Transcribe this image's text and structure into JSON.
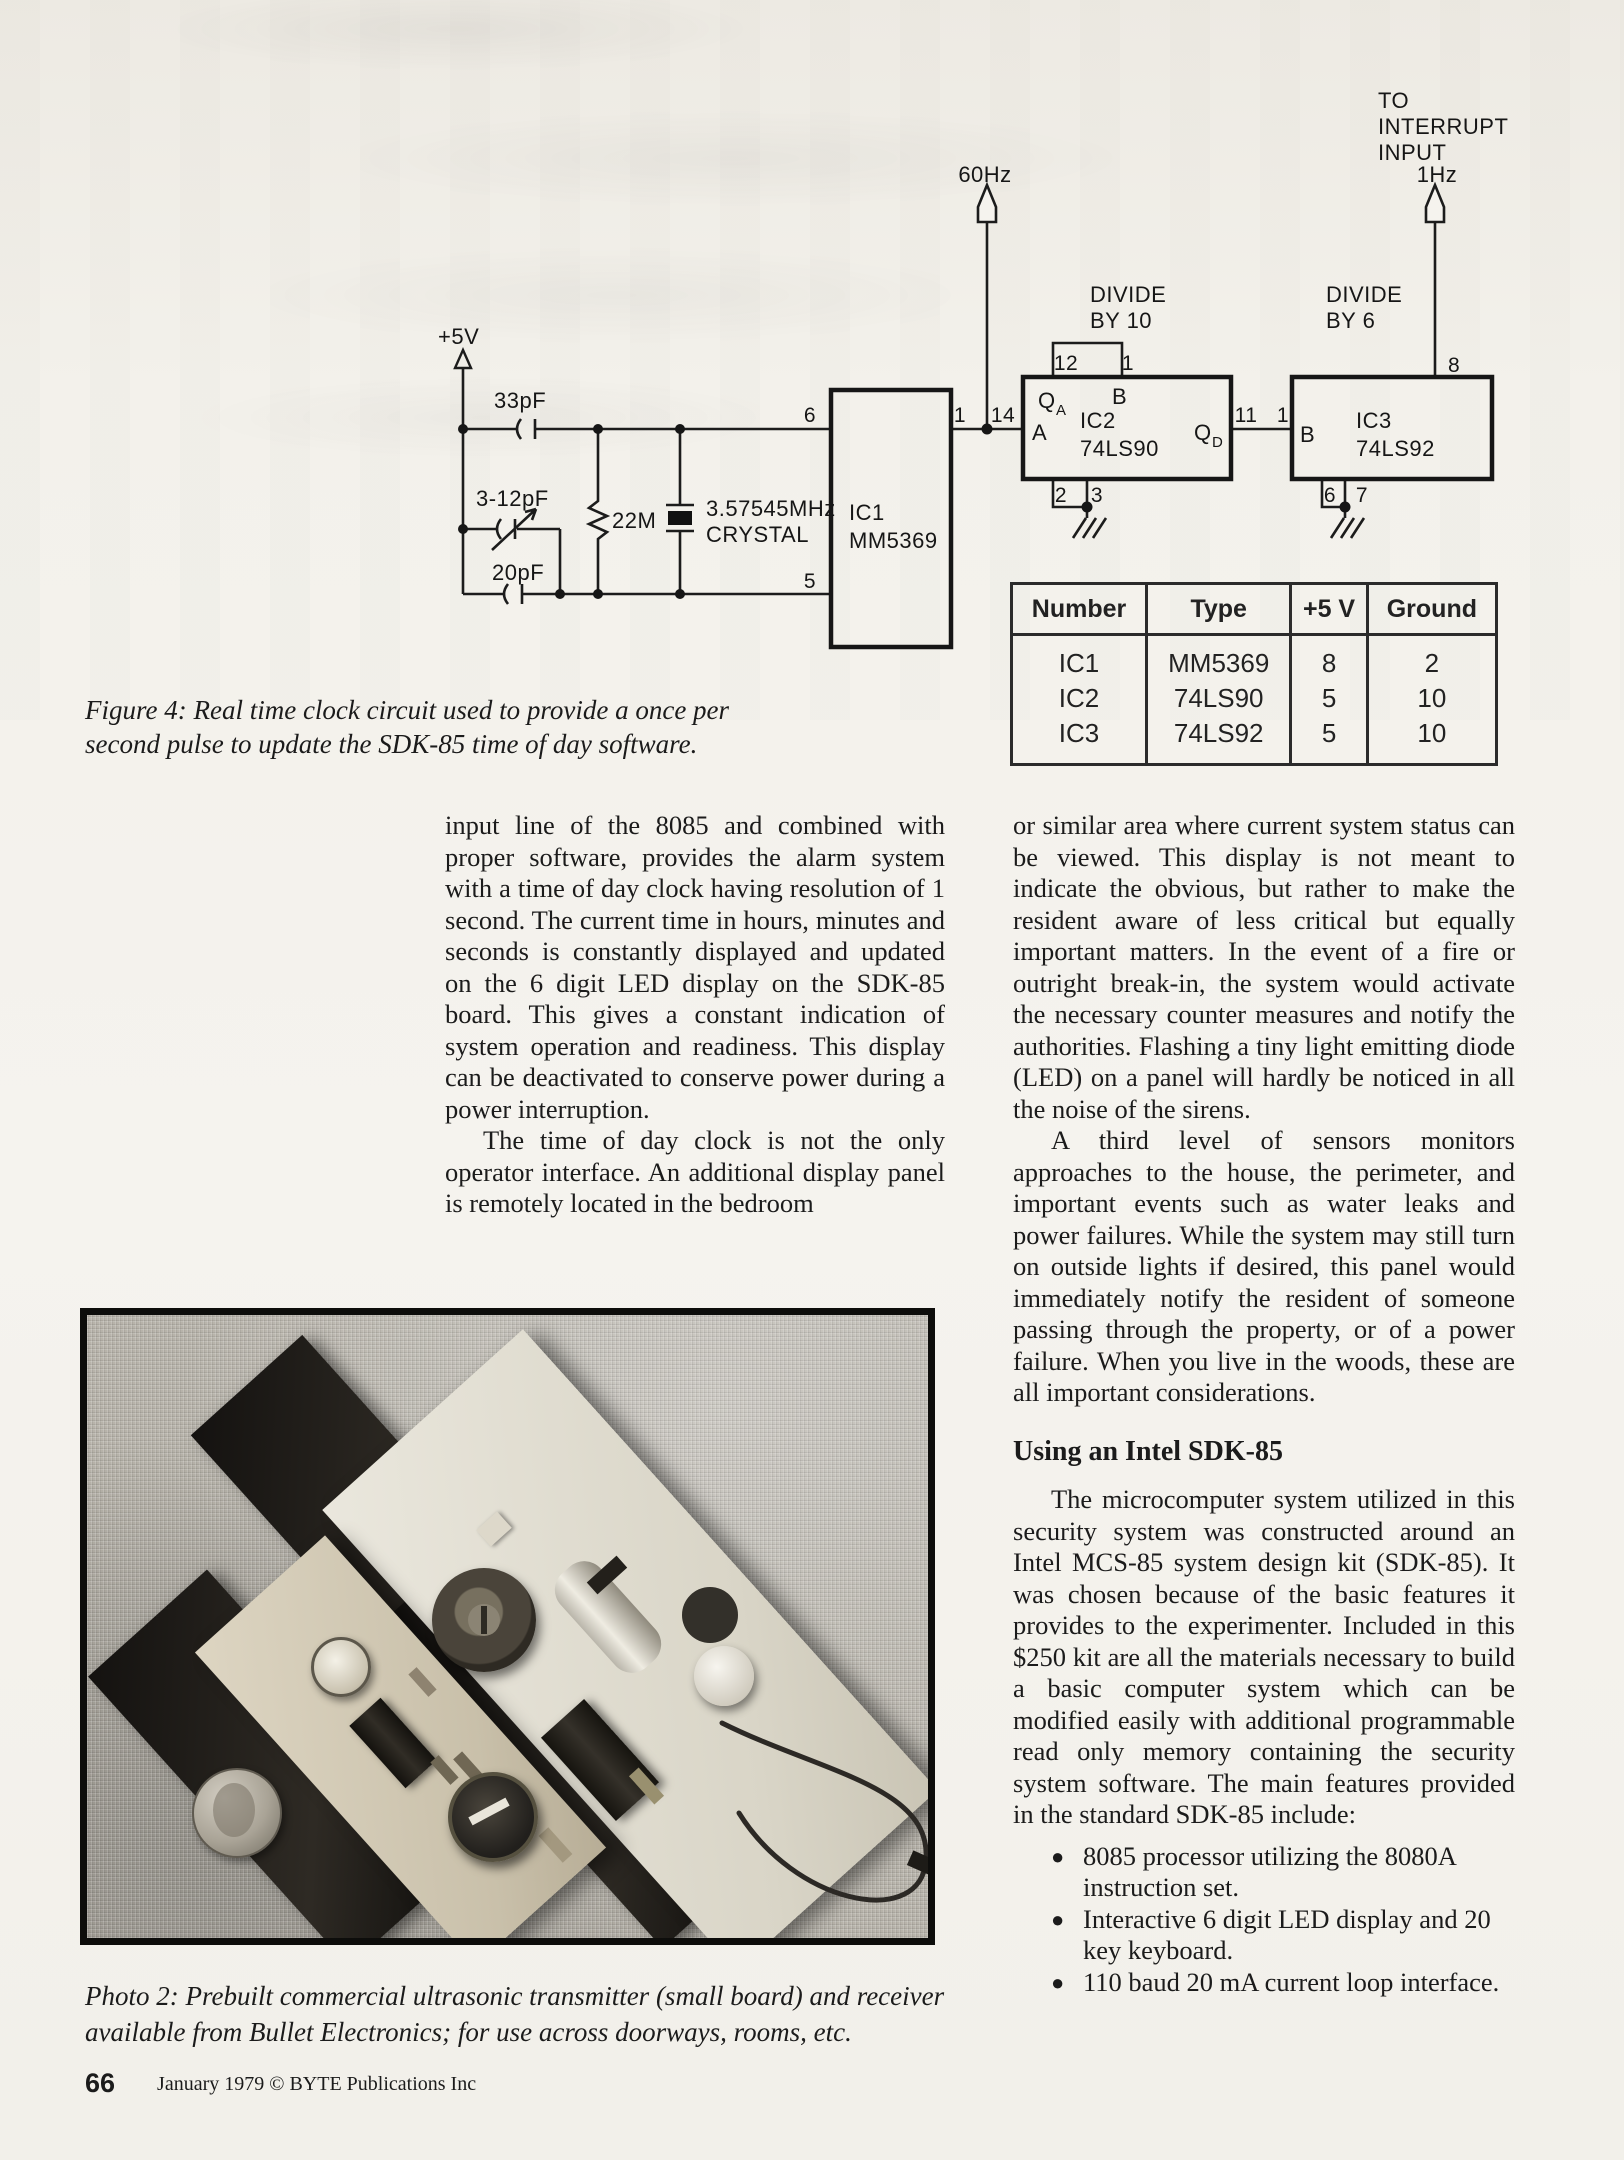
{
  "figure": {
    "caption": "Figure 4: Real time clock circuit used to provide a once per second pulse to update the SDK-85 time of day software."
  },
  "schematic": {
    "plus5v": "+5V",
    "c1": "33pF",
    "c2": "3-12pF",
    "c3": "20pF",
    "r1": "22M",
    "xtal1": "3.57545MHz",
    "xtal2": "CRYSTAL",
    "hz60": "60Hz",
    "hz1": "1Hz",
    "int1": "TO",
    "int2": "INTERRUPT",
    "int3": "INPUT",
    "div10a": "DIVIDE",
    "div10b": "BY 10",
    "div6a": "DIVIDE",
    "div6b": "BY 6",
    "ic1a": "IC1",
    "ic1b": "MM5369",
    "ic2a": "IC2",
    "ic2b": "74LS90",
    "ic3a": "IC3",
    "ic3b": "74LS92",
    "q": "Q",
    "suba": "A",
    "subd": "D",
    "pb": "B",
    "pa": "A",
    "pb2": "B",
    "pin6": "6",
    "pin5": "5",
    "pin1": "1",
    "pin14": "14",
    "pin12": "12",
    "pin1b": "1",
    "pin2": "2",
    "pin3": "3",
    "pin11": "11",
    "pin1c": "1",
    "pin8": "8",
    "pin6b": "6",
    "pin7": "7"
  },
  "ic_table": {
    "headers": [
      "Number",
      "Type",
      "+5 V",
      "Ground"
    ],
    "rows": [
      [
        "IC1",
        "MM5369",
        "8",
        "2"
      ],
      [
        "IC2",
        "74LS90",
        "5",
        "10"
      ],
      [
        "IC3",
        "74LS92",
        "5",
        "10"
      ]
    ]
  },
  "article": {
    "left": {
      "p1": "input line of the 8085 and combined with proper software, provides the alarm system with a time of day clock having resolution of 1 second. The current time in hours, minutes and seconds is constantly displayed and updated on the 6 digit LED display on the SDK-85 board. This gives a constant indication of system operation and readiness. This display can be deactivated to conserve power during a power interruption.",
      "p2": "The time of day clock is not the only operator interface. An additional display panel is remotely located in the bedroom"
    },
    "right": {
      "p1": "or similar area where current system status can be viewed. This display is not meant to indicate the obvious, but rather to make the resident aware of less critical but equally important matters. In the event of a fire or outright break-in, the system would activate the necessary counter measures and notify the authorities. Flashing a tiny light emitting diode (LED) on a panel will hardly be noticed in all the noise of the sirens.",
      "p2": "A third level of sensors monitors approaches to the house, the perimeter, and important events such as water leaks and power failures. While the system may still turn on outside lights if desired, this panel would immediately notify the resident of someone passing through the property, or of a power failure. When you live in the woods, these are all important considerations.",
      "heading": "Using an Intel SDK-85",
      "p3": "The microcomputer system utilized in this security system was constructed around an Intel MCS-85 system design kit (SDK-85). It was chosen because of the basic features it provides to the experimenter. Included in this $250 kit are all the materials necessary to build a basic computer system which can be modified easily with additional programmable read only memory containing the security system software. The main features provided in the standard SDK-85 include:",
      "bullets": [
        "8085 processor utilizing the 8080A instruction set.",
        "Interactive 6 digit LED display and 20 key keyboard.",
        "110 baud 20 mA current loop interface."
      ]
    }
  },
  "photo": {
    "caption": "Photo 2: Prebuilt commercial ultrasonic transmitter (small board) and receiver available from Bullet Electronics; for use across doorways, rooms, etc."
  },
  "footer": {
    "page_number": "66",
    "credit": "January 1979 © BYTE Publications Inc"
  }
}
